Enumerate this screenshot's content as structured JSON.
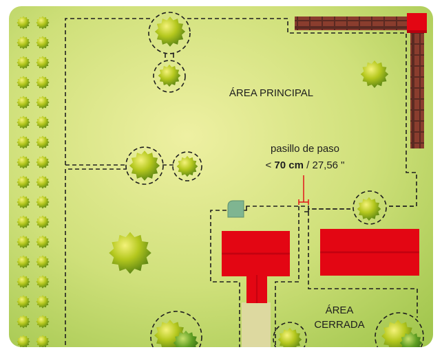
{
  "labels": {
    "main_area": "ÁREA PRINCIPAL",
    "corridor_title": "pasillo de paso",
    "corridor_lt": "< ",
    "corridor_cm": "70 cm",
    "corridor_in": " / 27,56 \"",
    "closed_area_line1": "ÁREA",
    "closed_area_line2": "CERRADA"
  },
  "corridor_width": {
    "cm": 70,
    "inches": 27.56
  },
  "colors": {
    "lawn_light": "#eef0a2",
    "lawn_dark": "#a3c74f",
    "building_red": "#e30613",
    "building_shade": "#b8000f",
    "fence_brown": "#5a2a22",
    "gate_green": "#7fb591",
    "path_sand": "#ddd9a0",
    "outline": "#1e1e1e"
  },
  "icons": [
    "tree-icon",
    "fence-icon",
    "gate-icon",
    "corridor-marker-icon"
  ]
}
